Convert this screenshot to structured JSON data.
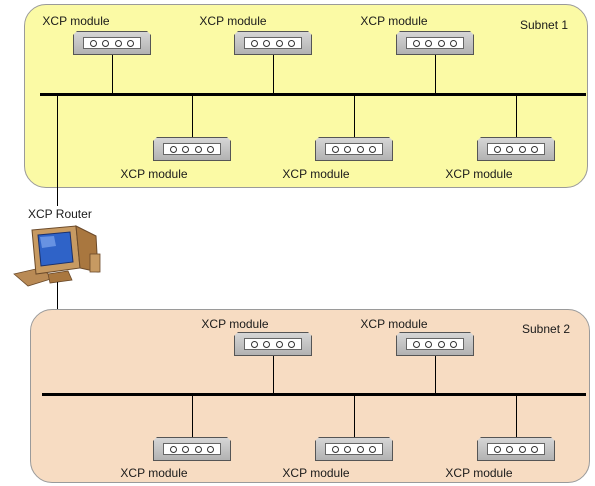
{
  "subnets": [
    {
      "label": "Subnet 1",
      "top_modules": [
        "XCP module",
        "XCP module",
        "XCP module"
      ],
      "bottom_modules": [
        "XCP module",
        "XCP module",
        "XCP module"
      ]
    },
    {
      "label": "Subnet 2",
      "top_modules": [
        "XCP module",
        "XCP module"
      ],
      "bottom_modules": [
        "XCP module",
        "XCP module",
        "XCP module"
      ]
    }
  ],
  "router": {
    "label": "XCP Router",
    "icon": "computer-icon"
  },
  "colors": {
    "subnet1_fill": "#fbfaa5",
    "subnet2_fill": "#f7dcc2",
    "bus": "#000000"
  }
}
